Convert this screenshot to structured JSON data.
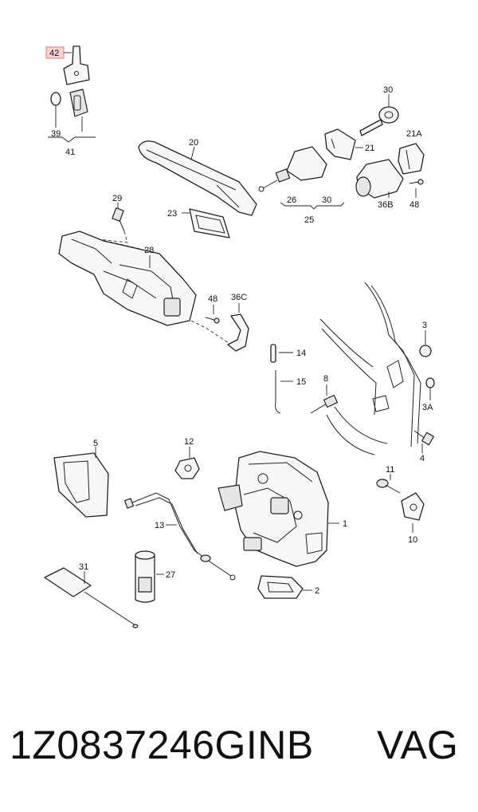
{
  "callouts": {
    "c42": "42",
    "c39": "39",
    "c41": "41",
    "c20": "20",
    "c30a": "30",
    "c21": "21",
    "c21a": "21A",
    "c29": "29",
    "c23": "23",
    "c26": "26",
    "c30b": "30",
    "c25": "25",
    "c36b": "36B",
    "c48a": "48",
    "c28": "28",
    "c48b": "48",
    "c36c": "36C",
    "c3": "3",
    "c14": "14",
    "c15": "15",
    "c8": "8",
    "c3a": "3A",
    "c4": "4",
    "c5": "5",
    "c12": "12",
    "c11": "11",
    "c13": "13",
    "c1": "1",
    "c10": "10",
    "c31": "31",
    "c27": "27",
    "c2": "2"
  },
  "highlighted_callout": "42",
  "highlight_color": "#f6d2d2",
  "caption": {
    "part_number": "1Z0837246GINB",
    "brand": "VAG"
  }
}
